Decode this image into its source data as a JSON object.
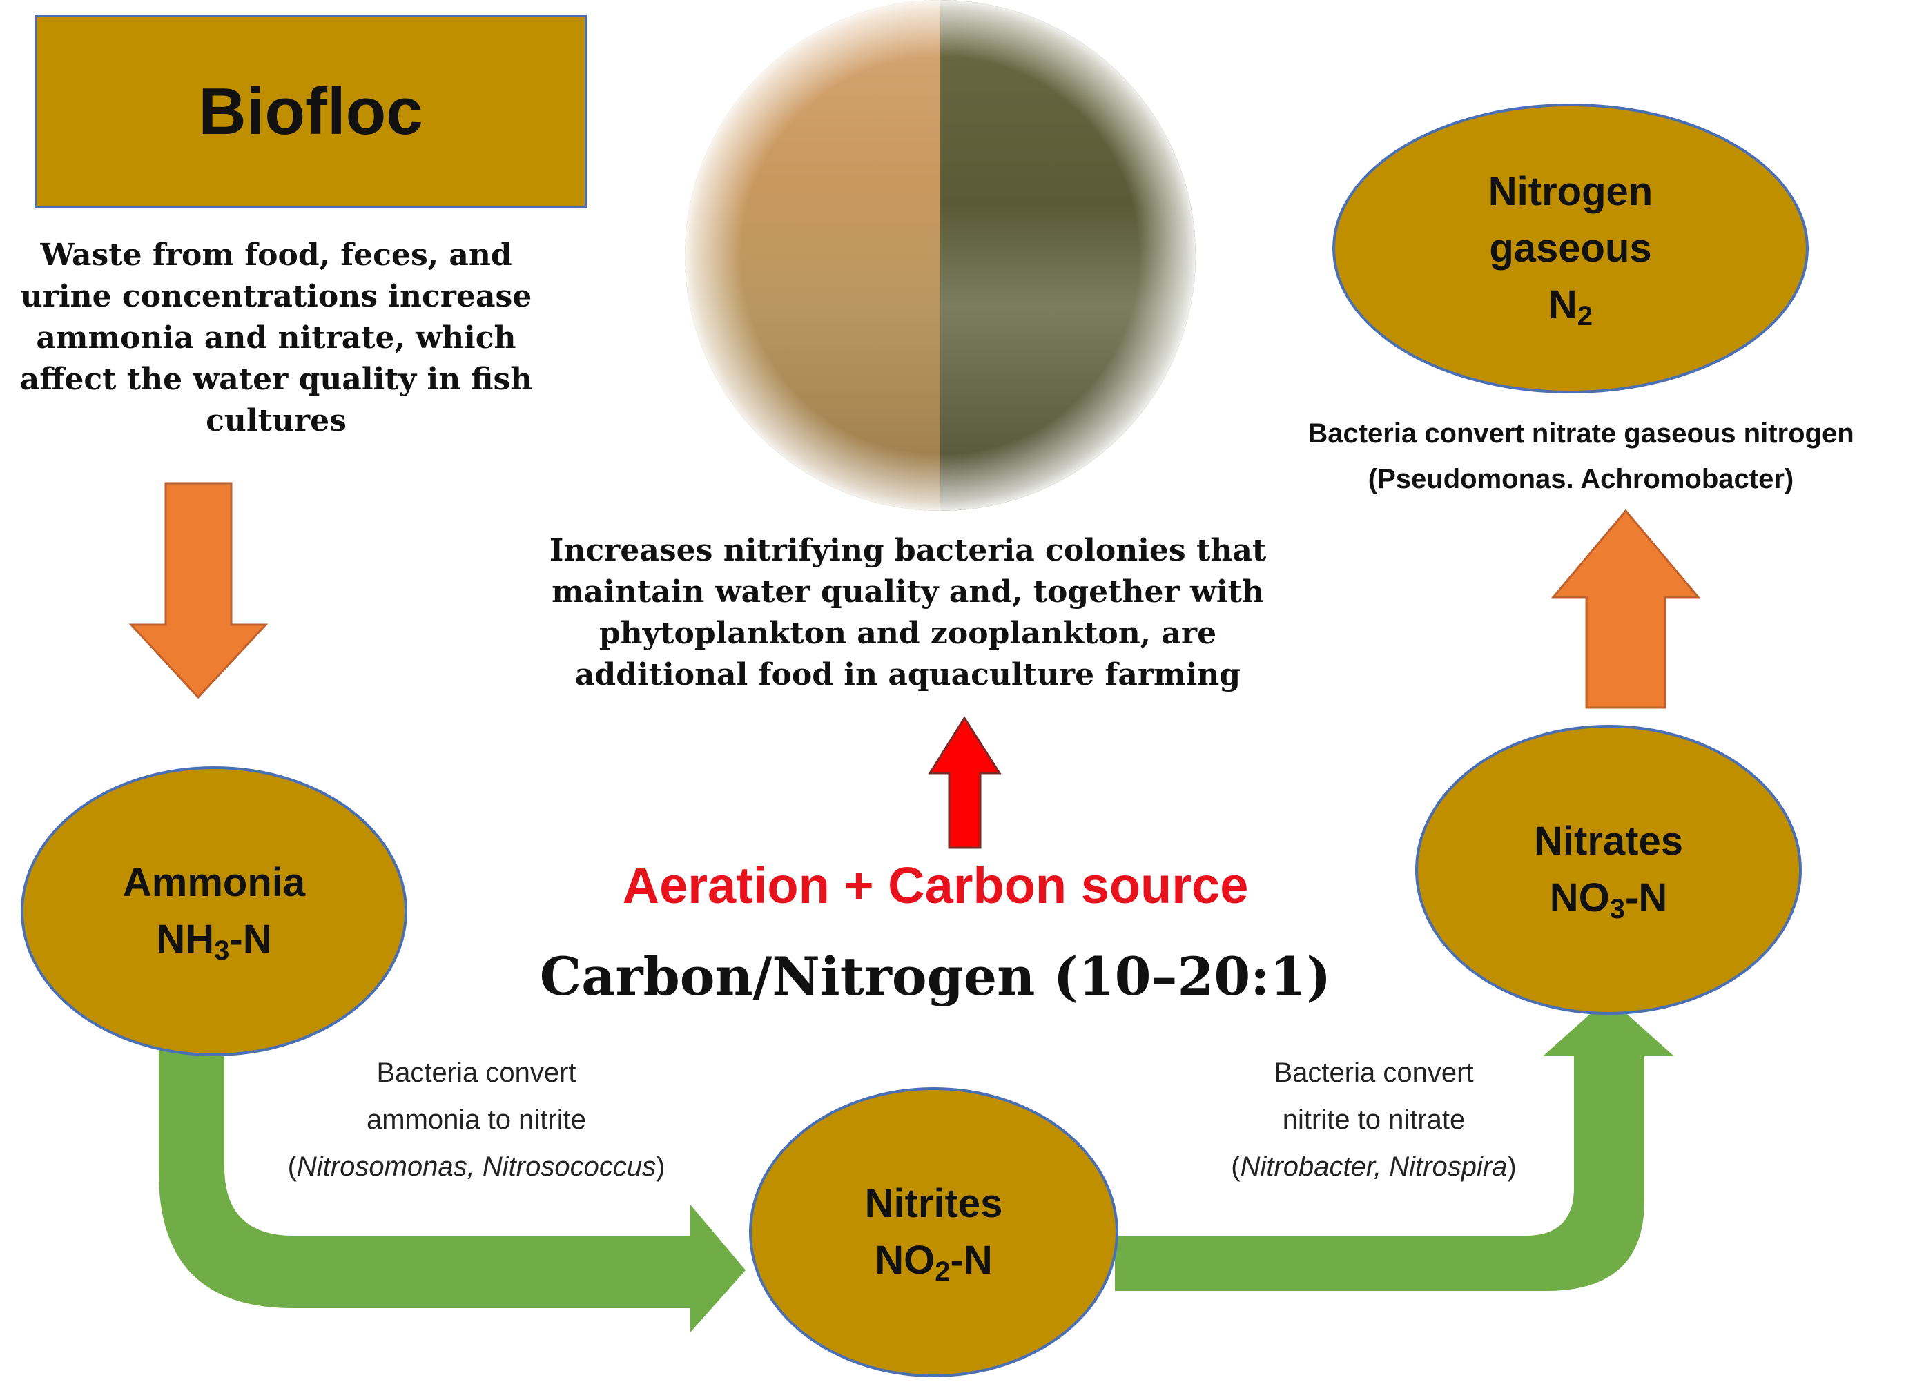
{
  "title": "Biofloc",
  "waste_text": [
    "Waste from food, feces, and",
    "urine concentrations increase",
    "ammonia and nitrate, which",
    "affect the water quality in fish",
    "cultures"
  ],
  "nitrify_text": [
    "Increases nitrifying bacteria colonies that",
    "maintain water quality and, together with",
    "phytoplankton and zooplankton, are",
    "additional food in aquaculture farming"
  ],
  "nodes": {
    "n2": {
      "line1": "Nitrogen",
      "line2": "gaseous",
      "formula": "N",
      "sub": "2"
    },
    "ammonia": {
      "name": "Ammonia",
      "pre": "NH",
      "sub": "3",
      "post": "-N"
    },
    "nitrates": {
      "name": "Nitrates",
      "pre": "NO",
      "sub": "3",
      "post": "-N"
    },
    "nitrites": {
      "name": "Nitrites",
      "pre": "NO",
      "sub": "2",
      "post": "-N"
    }
  },
  "aeration": "Aeration + Carbon source",
  "cn_ratio": "Carbon/Nitrogen (10–20:1)",
  "labels": {
    "ammonia_to_nitrite": {
      "line1": "Bacteria convert",
      "line2": "ammonia to nitrite",
      "genera": "Nitrosomonas, Nitrosococcus"
    },
    "nitrite_to_nitrate": {
      "line1": "Bacteria convert",
      "line2": "nitrite to  nitrate",
      "genera": "Nitrobacter, Nitrospira"
    },
    "denitrification": {
      "line1": "Bacteria convert nitrate gaseous nitrogen",
      "line2": "(Pseudomonas. Achromobacter)"
    }
  },
  "colors": {
    "node_fill": "#bf8f00",
    "node_border": "#4a6fb5",
    "orange_arrow": "#ed7d31",
    "green_arrow": "#70ad47",
    "red_arrow": "#e8121d"
  }
}
